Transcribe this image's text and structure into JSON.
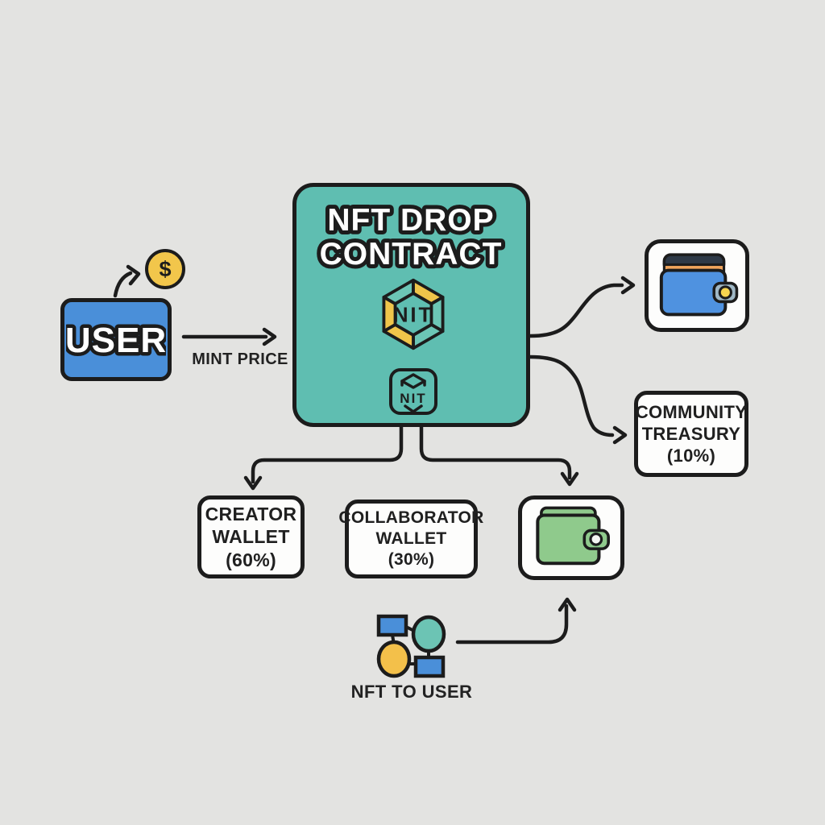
{
  "colors": {
    "bg": "#e3e3e1",
    "ink": "#1c1c1c",
    "white": "#fdfdfc",
    "user_blue": "#4a8fd9",
    "contract_teal": "#5fbeb1",
    "coin_yellow": "#f2c64b",
    "hex_yellow": "#f0c54a",
    "hex_teal": "#6cc6b6",
    "wallet_blue": "#4f92e0",
    "wallet_flap": "#2e3947",
    "wallet_stripe": "#f0a45c",
    "wallet_clasp": "#a0b8c6",
    "wallet_button": "#f6d44f",
    "wallet_green": "#8fca8c",
    "cluster_blue": "#4a8fd9",
    "cluster_teal": "#6cc4b4",
    "cluster_yellow": "#f3c04a"
  },
  "nodes": {
    "user": {
      "label": "USER"
    },
    "contract": {
      "title_line1": "NFT DROP",
      "title_line2": "CONTRACT",
      "hex_badge": "NIT",
      "package_badge": "NIT"
    },
    "creator_wallet": {
      "line1": "CREATOR",
      "line2": "WALLET",
      "line3": "(60%)"
    },
    "collaborator_wallet": {
      "line1": "COLLABORATOR",
      "line2": "WALLET",
      "line3": "(30%)"
    },
    "community_treasury": {
      "line1": "COMMUNITY",
      "line2": "TREASURY",
      "line3": "(10%)"
    }
  },
  "labels": {
    "mint_price": "MINT PRICE",
    "nft_to_user": "NFT TO USER",
    "coin_symbol": "$"
  },
  "icons": {
    "coin": "dollar-coin-icon",
    "contract_hex": "nft-hexagon-icon",
    "contract_package": "nft-package-icon",
    "blue_wallet": "blue-wallet-icon",
    "green_wallet": "green-wallet-icon",
    "nft_cluster": "nft-graph-icon"
  }
}
